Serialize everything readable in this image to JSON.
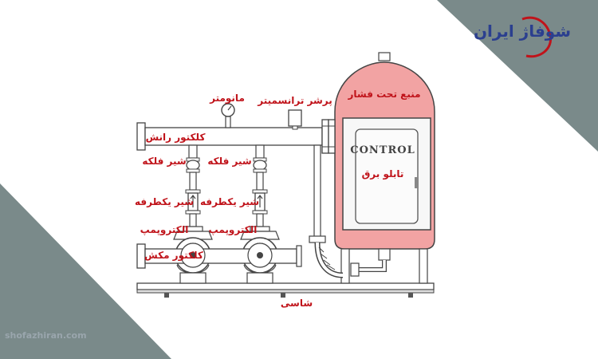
{
  "colors": {
    "label_red": "#c0131a",
    "tank_pink": "#f2a3a3",
    "corner_gray": "#7a8a8a",
    "logo_blue": "#2b3f8f"
  },
  "brand": {
    "logo_text": "شوفاژ ایران",
    "website": "shofazhiran.com"
  },
  "labels": {
    "tank": "منبع تحت فشار",
    "pressure_transmitter": "پرشر ترانسمیتر",
    "manometer": "مانومتر",
    "discharge_collector": "کلکتور رانش",
    "gate_valve_1": "شیر فلکه",
    "gate_valve_2": "شیر فلکه",
    "check_valve_1": "شیر یکطرفه",
    "check_valve_2": "شیر یکطرفه",
    "electropump_1": "الکتروپمپ",
    "electropump_2": "الکتروپمپ",
    "suction_collector": "کلکتور مکش",
    "control_panel": "تابلو برق",
    "chassis": "شاسی"
  },
  "panel": {
    "control_text": "CONTROL"
  }
}
